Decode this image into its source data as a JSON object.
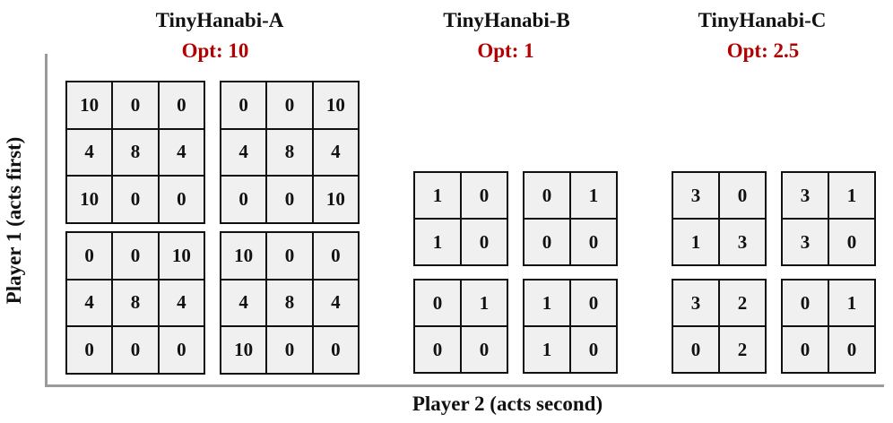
{
  "games": [
    {
      "title": "TinyHanabi-A",
      "opt": "Opt: 10",
      "matrices": [
        [
          [
            "10",
            "0",
            "0"
          ],
          [
            "4",
            "8",
            "4"
          ],
          [
            "10",
            "0",
            "0"
          ]
        ],
        [
          [
            "0",
            "0",
            "10"
          ],
          [
            "4",
            "8",
            "4"
          ],
          [
            "0",
            "0",
            "10"
          ]
        ],
        [
          [
            "0",
            "0",
            "10"
          ],
          [
            "4",
            "8",
            "4"
          ],
          [
            "0",
            "0",
            "0"
          ]
        ],
        [
          [
            "10",
            "0",
            "0"
          ],
          [
            "4",
            "8",
            "4"
          ],
          [
            "10",
            "0",
            "0"
          ]
        ]
      ]
    },
    {
      "title": "TinyHanabi-B",
      "opt": "Opt: 1",
      "matrices": [
        [
          [
            "1",
            "0"
          ],
          [
            "1",
            "0"
          ]
        ],
        [
          [
            "0",
            "1"
          ],
          [
            "0",
            "0"
          ]
        ],
        [
          [
            "0",
            "1"
          ],
          [
            "0",
            "0"
          ]
        ],
        [
          [
            "1",
            "0"
          ],
          [
            "1",
            "0"
          ]
        ]
      ]
    },
    {
      "title": "TinyHanabi-C",
      "opt": "Opt: 2.5",
      "matrices": [
        [
          [
            "3",
            "0"
          ],
          [
            "1",
            "3"
          ]
        ],
        [
          [
            "3",
            "1"
          ],
          [
            "3",
            "0"
          ]
        ],
        [
          [
            "3",
            "2"
          ],
          [
            "0",
            "2"
          ]
        ],
        [
          [
            "0",
            "1"
          ],
          [
            "0",
            "0"
          ]
        ]
      ]
    }
  ],
  "axes": {
    "y_label": "Player 1 (acts first)",
    "x_label": "Player 2 (acts second)"
  },
  "colors": {
    "opt_text": "#b30000",
    "axis": "#9a9a9a",
    "cell_bg": "#f0f0f0",
    "grid_line": "#111111"
  }
}
